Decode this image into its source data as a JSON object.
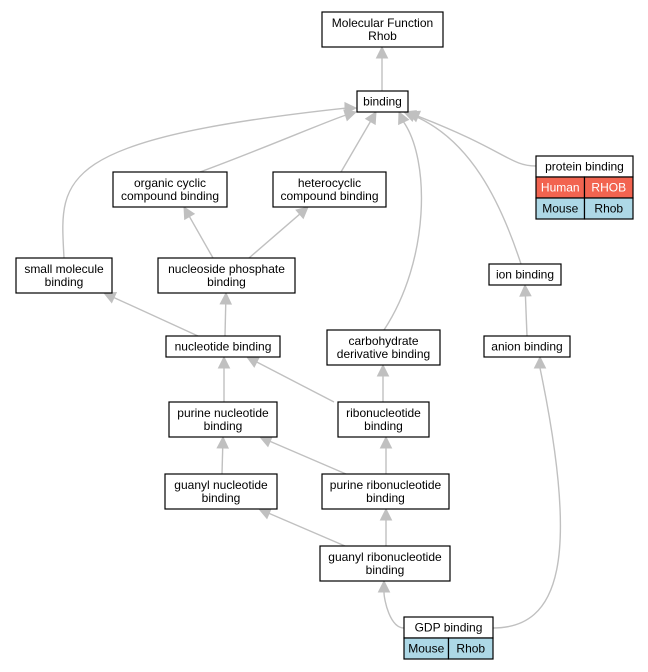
{
  "colors": {
    "human": "#f26450",
    "mouse": "#add8e6",
    "edge": "#c0c0c0",
    "node_border": "#000000"
  },
  "nodes": {
    "mf": [
      "Molecular Function",
      "Rhob"
    ],
    "binding": [
      "binding"
    ],
    "protein": [
      "protein binding"
    ],
    "ocyclic": [
      "organic cyclic",
      "compound binding"
    ],
    "hetero": [
      "heterocyclic",
      "compound binding"
    ],
    "small": [
      "small molecule",
      "binding"
    ],
    "nucphos": [
      "nucleoside phosphate",
      "binding"
    ],
    "ion": [
      "ion binding"
    ],
    "nucleotide": [
      "nucleotide binding"
    ],
    "carb": [
      "carbohydrate",
      "derivative binding"
    ],
    "anion": [
      "anion binding"
    ],
    "purinenuc": [
      "purine nucleotide",
      "binding"
    ],
    "ribonuc": [
      "ribonucleotide",
      "binding"
    ],
    "guanylnuc": [
      "guanyl nucleotide",
      "binding"
    ],
    "purineribo": [
      "purine ribonucleotide",
      "binding"
    ],
    "guanylribo": [
      "guanyl ribonucleotide",
      "binding"
    ],
    "gdp": [
      "GDP binding"
    ]
  },
  "annotations": {
    "protein": [
      {
        "species": "Human",
        "gene": "RHOB",
        "color_key": "human"
      },
      {
        "species": "Mouse",
        "gene": "Rhob",
        "color_key": "mouse"
      }
    ],
    "gdp": [
      {
        "species": "Mouse",
        "gene": "Rhob",
        "color_key": "mouse"
      }
    ]
  },
  "edges": [
    [
      "binding",
      "mf"
    ],
    [
      "ocyclic",
      "binding"
    ],
    [
      "hetero",
      "binding"
    ],
    [
      "small",
      "binding"
    ],
    [
      "protein",
      "binding"
    ],
    [
      "ion",
      "binding"
    ],
    [
      "carb",
      "binding"
    ],
    [
      "nucphos",
      "ocyclic"
    ],
    [
      "nucphos",
      "hetero"
    ],
    [
      "nucleotide",
      "nucphos"
    ],
    [
      "nucleotide",
      "small"
    ],
    [
      "anion",
      "ion"
    ],
    [
      "purinenuc",
      "nucleotide"
    ],
    [
      "ribonuc",
      "nucleotide"
    ],
    [
      "ribonuc",
      "carb"
    ],
    [
      "guanylnuc",
      "purinenuc"
    ],
    [
      "purineribo",
      "purinenuc"
    ],
    [
      "purineribo",
      "ribonuc"
    ],
    [
      "guanylribo",
      "guanylnuc"
    ],
    [
      "guanylribo",
      "purineribo"
    ],
    [
      "gdp",
      "guanylribo"
    ],
    [
      "gdp",
      "anion"
    ]
  ]
}
